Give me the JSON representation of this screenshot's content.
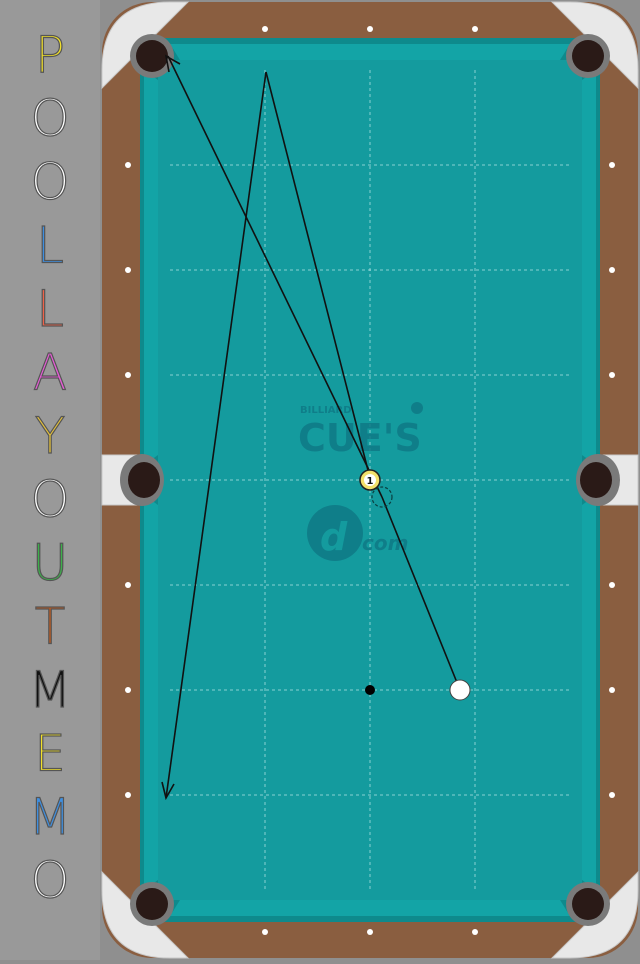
{
  "app": {
    "title_letters": [
      {
        "ch": "P",
        "color": "#f1e02a"
      },
      {
        "ch": "O",
        "color": "#ffffff"
      },
      {
        "ch": "O",
        "color": "#ffffff"
      },
      {
        "ch": "L",
        "color": "#3f8fe0"
      },
      {
        "ch": "L",
        "color": "#f0634a"
      },
      {
        "ch": "A",
        "color": "#e85ad8"
      },
      {
        "ch": "Y",
        "color": "#e8c43a"
      },
      {
        "ch": "O",
        "color": "#ffffff"
      },
      {
        "ch": "U",
        "color": "#3cb04a"
      },
      {
        "ch": "T",
        "color": "#c05a1e"
      },
      {
        "ch": "M",
        "color": "#111111"
      },
      {
        "ch": "E",
        "color": "#f1e02a"
      },
      {
        "ch": "M",
        "color": "#3f8fe0"
      },
      {
        "ch": "O",
        "color": "#ffffff"
      }
    ]
  },
  "table": {
    "rail_color": "#8a5e40",
    "cloth_color": "#149b9e",
    "cushion_color": "#13a4a6",
    "pocket_color": "#2a1a17",
    "logo": {
      "small_text": "BILLIARD",
      "main_text": "CUE'S",
      "com_text": "com",
      "icon_letter": "d"
    }
  },
  "balls": {
    "object_ball_number": "1",
    "object_ball_color": "#f3e06a",
    "cue_ball_color": "#ffffff"
  }
}
